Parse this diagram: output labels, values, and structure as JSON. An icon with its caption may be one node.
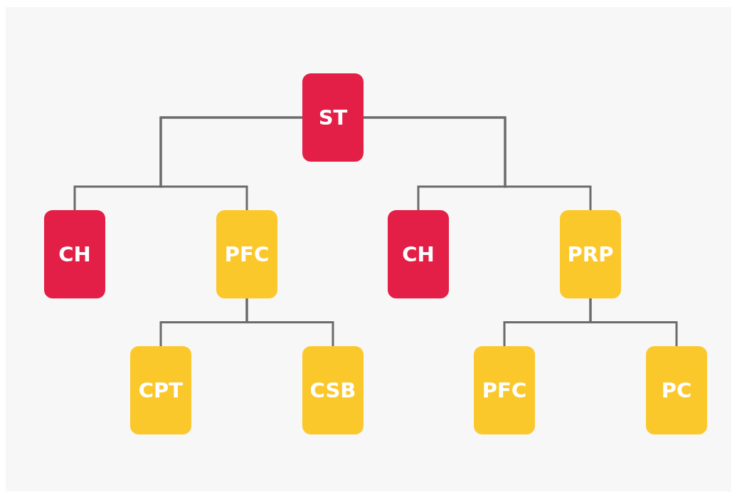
{
  "diagram": {
    "nodes": [
      {
        "text": [
          "ST"
        ]
      },
      {
        "text": [
          "CH"
        ]
      },
      {
        "text": [
          "PFC"
        ]
      },
      {
        "text": [
          "CH"
        ]
      },
      {
        "text": [
          "PRP"
        ]
      },
      {
        "text": [
          "CPT"
        ]
      },
      {
        "text": [
          "CSB"
        ]
      },
      {
        "text": [
          "PFC"
        ]
      },
      {
        "text": [
          "PC"
        ]
      }
    ],
    "edges": [
      {
        "from": 0,
        "to": 1,
        "arrow": "none"
      },
      {
        "from": 0,
        "to": 2,
        "arrow": "none"
      },
      {
        "from": 0,
        "to": 3,
        "arrow": "none"
      },
      {
        "from": 0,
        "to": 4,
        "arrow": "none"
      },
      {
        "from": 2,
        "to": 5,
        "arrow": "none"
      },
      {
        "from": 2,
        "to": 6,
        "arrow": "none"
      },
      {
        "from": 4,
        "to": 7,
        "arrow": "none"
      },
      {
        "from": 4,
        "to": 8,
        "arrow": "none"
      }
    ]
  }
}
